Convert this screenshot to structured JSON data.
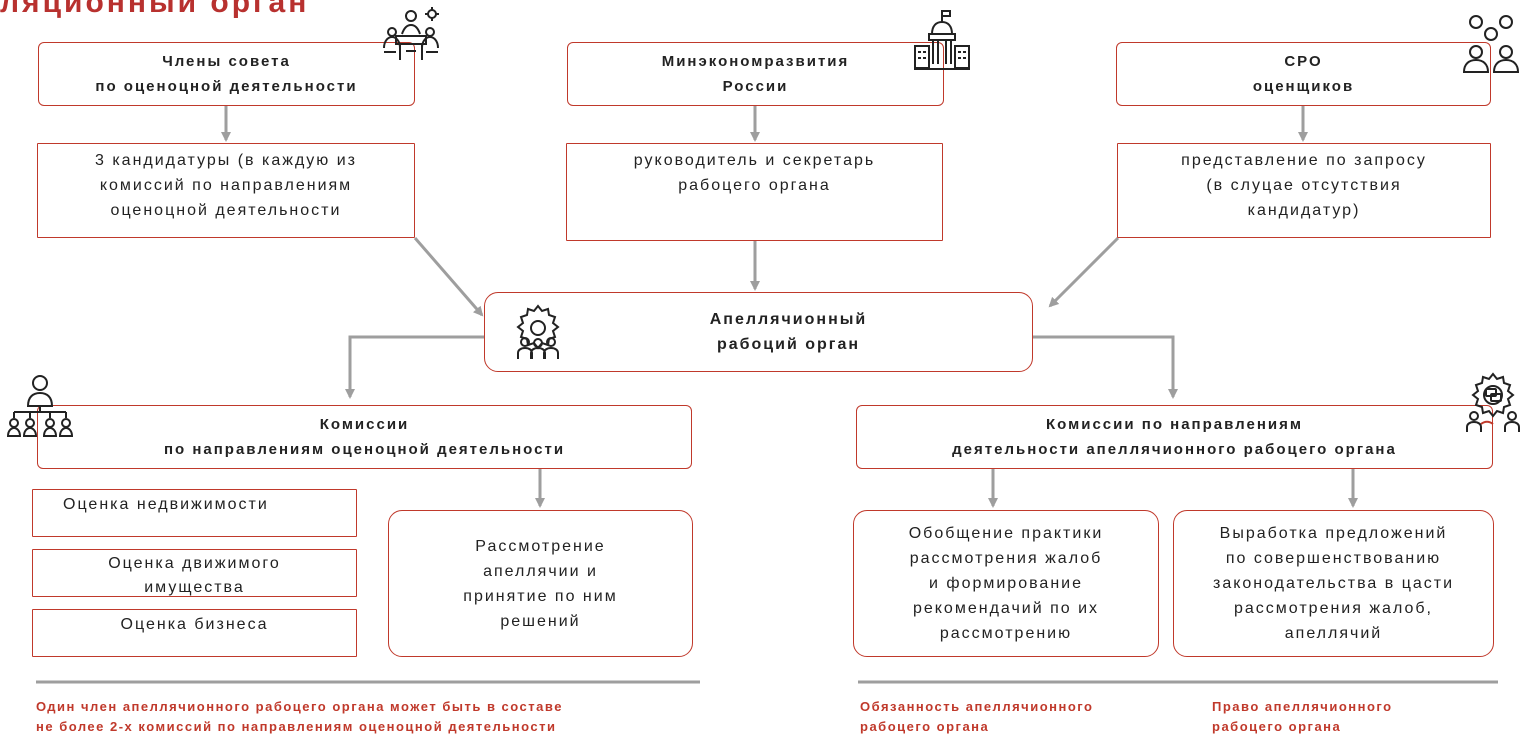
{
  "title": "ляционный орган",
  "top_boxes": [
    {
      "header": "Члены совета\nпо оценоцной деятельности",
      "icon": "meeting-icon",
      "sub": "3 кандидатуры (в каждую из\nкомиссий по направлениям\nоценоцной деятельности"
    },
    {
      "header": "Минэкономразвития\nРоссии",
      "icon": "government-building-icon",
      "sub": "руководитель и секретарь\nрабоцего органа"
    },
    {
      "header": "СРО\nоценщиков",
      "icon": "people-group-icon",
      "sub": "представление по запросу\n(в слуцае отсутствия\nкандидатур)"
    }
  ],
  "center": {
    "label": "Апеллячионный\nрабоций орган",
    "icon": "gear-team-icon"
  },
  "left_commission": {
    "header": "Комиссии\nпо направлениям оценоцной деятельности",
    "icon": "org-structure-icon",
    "items": [
      "Оценка недвижимости",
      "Оценка движимого\nимущества",
      "Оценка бизнеса"
    ],
    "review": "Рассмотрение\nапеллячии и\nпринятие по ним\nрешений"
  },
  "right_commission": {
    "header": "Комиссии по направлениям\nдеятельности апеллячионного рабоцего органа",
    "icon": "gear-chat-icon",
    "duty": "Обобщение практики\nрассмотрения жалоб\nи формирование\nрекомендачий по их\nрассмотрению",
    "right": "Выработка предложений\nпо совершенствованию\nзаконодательства в цасти\nрассмотрения жалоб,\nапеллячий"
  },
  "notes": {
    "left": "Один член апеллячионного рабоцего органа может быть в составе\nне более 2-х комиссий по направлениям оценоцной деятельности",
    "duty": "Обязанность апеллячионного\nрабоцего органа",
    "right": "Право апеллячионного\nрабоцего органа"
  }
}
